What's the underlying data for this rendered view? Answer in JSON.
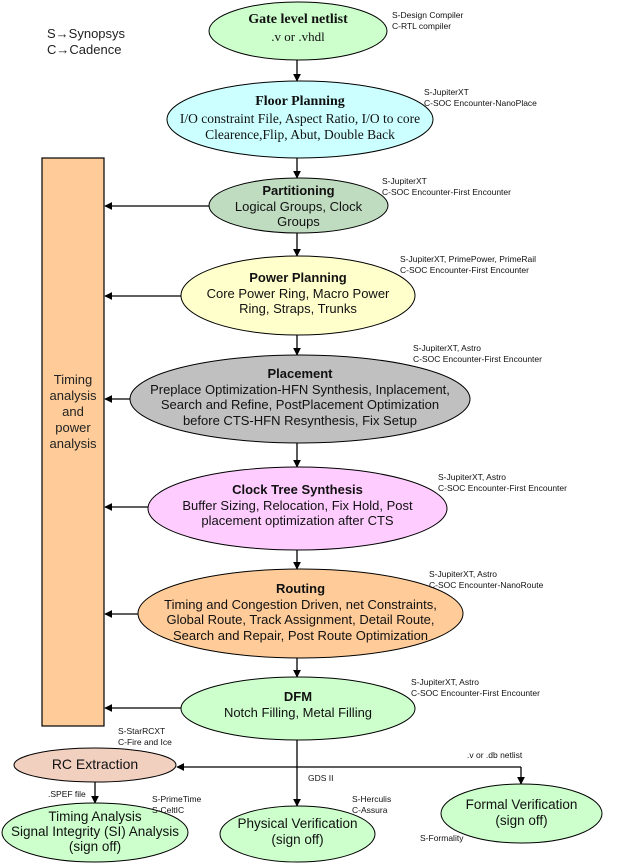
{
  "legend": {
    "synopsys": "S→Synopsys",
    "cadence": "C→Cadence"
  },
  "side_bar": {
    "lines": [
      "Timing",
      "analysis",
      "and",
      "power",
      "analysis"
    ],
    "color": "#FFCC99"
  },
  "nodes": {
    "netlist": {
      "title": "Gate level netlist",
      "body": [
        ".v or .vhdl"
      ],
      "color": "#CCFFCC",
      "tools": [
        "S-Design Compiler",
        "C-RTL compiler"
      ]
    },
    "floor": {
      "title": "Floor Planning",
      "body": [
        "I/O constraint File, Aspect Ratio, I/O to core",
        "Clearence,Flip, Abut, Double Back"
      ],
      "color": "#CCFFFF",
      "tools": [
        "S-JupiterXT",
        "C-SOC Encounter-NanoPlace"
      ]
    },
    "partition": {
      "title": "Partitioning",
      "body": [
        "Logical Groups, Clock",
        "Groups"
      ],
      "color": "#C0DCC0",
      "tools": [
        "S-JupiterXT",
        "C-SOC Encounter-First Encounter"
      ]
    },
    "power": {
      "title": "Power Planning",
      "body": [
        "Core Power Ring, Macro Power",
        "Ring, Straps, Trunks"
      ],
      "color": "#FFFFCC",
      "tools": [
        "S-JupiterXT, PrimePower, PrimeRail",
        "C-SOC Encounter-First Encounter"
      ]
    },
    "placement": {
      "title": "Placement",
      "body": [
        "Preplace Optimization-HFN Synthesis, Inplacement,",
        "Search and Refine, PostPlacement Optimization",
        "before CTS-HFN Resynthesis, Fix Setup"
      ],
      "color": "#C0C0C0",
      "tools": [
        "S-JupiterXT, Astro",
        "C-SOC Encounter-First Encounter"
      ]
    },
    "cts": {
      "title": "Clock Tree Synthesis",
      "body": [
        "Buffer Sizing, Relocation, Fix Hold, Post",
        "placement optimization after CTS"
      ],
      "color": "#FFCCFF",
      "tools": [
        "S-JupiterXT, Astro",
        "C-SOC Encounter-First Encounter"
      ]
    },
    "routing": {
      "title": "Routing",
      "body": [
        "Timing and Congestion Driven, net Constraints,",
        "Global Route, Track Assignment,  Detail Route,",
        "Search and Repair, Post Route Optimization"
      ],
      "color": "#FFCC99",
      "tools": [
        "S-JupiterXT, Astro",
        "C-SOC Encounter-NanoRoute"
      ]
    },
    "dfm": {
      "title": "DFM",
      "body": [
        "Notch Filling, Metal Filling"
      ],
      "color": "#CCFFCC",
      "tools": [
        "S-JupiterXT, Astro",
        "C-SOC Encounter-First Encounter"
      ]
    },
    "rc": {
      "title": "",
      "body": [
        "RC Extraction"
      ],
      "color": "#F2D0C0",
      "tools": [
        "S-StarRCXT",
        "C-Fire and Ice"
      ]
    },
    "timing": {
      "title": "",
      "body": [
        "Timing Analysis",
        "Signal Integrity (SI) Analysis",
        "(sign off)"
      ],
      "color": "#CCFFCC",
      "tools": [
        "S-PrimeTime",
        "S-CeltIC"
      ]
    },
    "physical": {
      "title": "",
      "body": [
        "Physical Verification",
        "(sign off)"
      ],
      "color": "#CCFFCC",
      "tools": [
        "S-Herculis",
        "C-Assura"
      ]
    },
    "formal": {
      "title": "",
      "body": [
        "Formal Verification",
        "(sign off)"
      ],
      "color": "#CCFFCC",
      "tools": [
        "S-Formality"
      ]
    }
  },
  "edge_labels": {
    "spef": ".SPEF file",
    "gds": "GDS II",
    "netlist_out": ".v or .db netlist"
  },
  "colors": {
    "line": "#000000"
  }
}
